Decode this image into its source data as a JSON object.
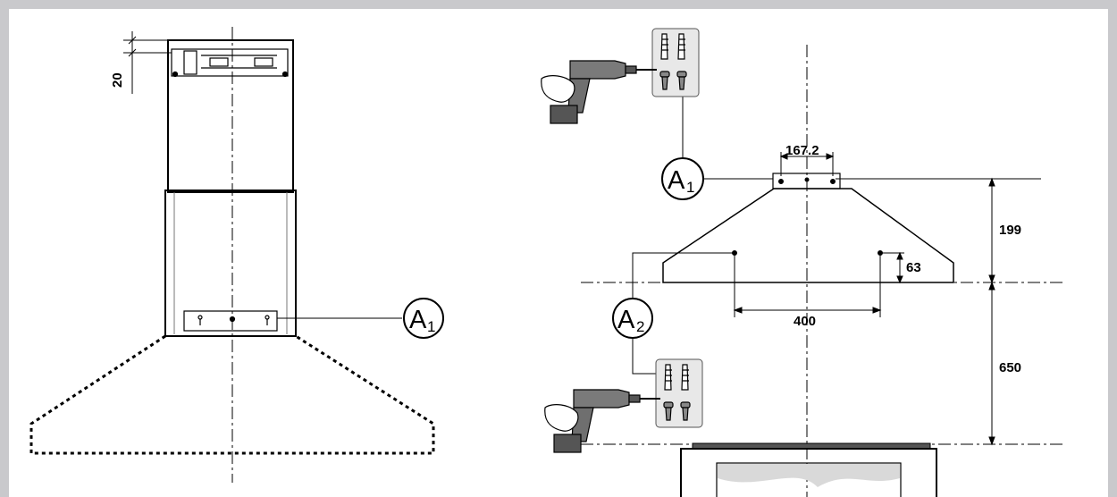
{
  "callouts": {
    "left_a1": {
      "letter": "A",
      "index": "1"
    },
    "right_a1": {
      "letter": "A",
      "index": "1"
    },
    "right_a2": {
      "letter": "A",
      "index": "2"
    }
  },
  "dimensions": {
    "bracket_offset": "20",
    "bracket_spacing": "167.2",
    "bracket_height": "199",
    "hole_drop": "63",
    "hole_spacing": "400",
    "cooktop_clearance": "650"
  },
  "colors": {
    "frame": "#c9c9cc",
    "ink": "#000000",
    "panel": "#e8e8e8",
    "drill": "#7a7a7a",
    "glass": "#d9d9d9"
  }
}
